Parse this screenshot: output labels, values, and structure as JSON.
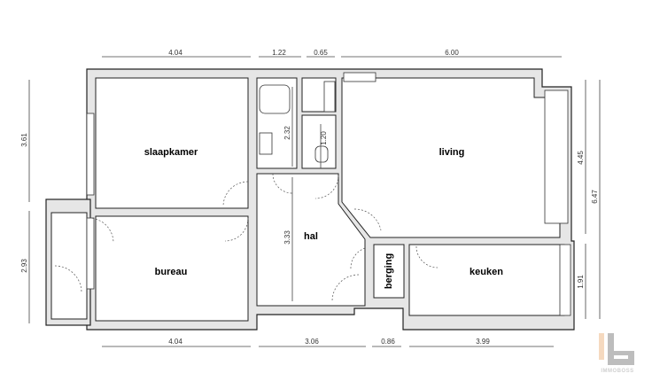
{
  "rooms": {
    "slaapkamer": "slaapkamer",
    "living": "living",
    "hal": "hal",
    "bureau": "bureau",
    "keuken": "keuken",
    "berging": "berging"
  },
  "dimensions": {
    "top": [
      "4.04",
      "1.22",
      "0.65",
      "6.00"
    ],
    "bottom": [
      "4.04",
      "3.06",
      "0.86",
      "3.99"
    ],
    "left": [
      "3.61",
      "2.93"
    ],
    "right": [
      "4.45",
      "6.47",
      "1.91"
    ],
    "inner": [
      "2.32",
      "1.20",
      "3.33"
    ]
  },
  "logo": {
    "text": "IMMOBOSS",
    "colors": [
      "#f5d9bf",
      "#bdbdbd"
    ]
  }
}
